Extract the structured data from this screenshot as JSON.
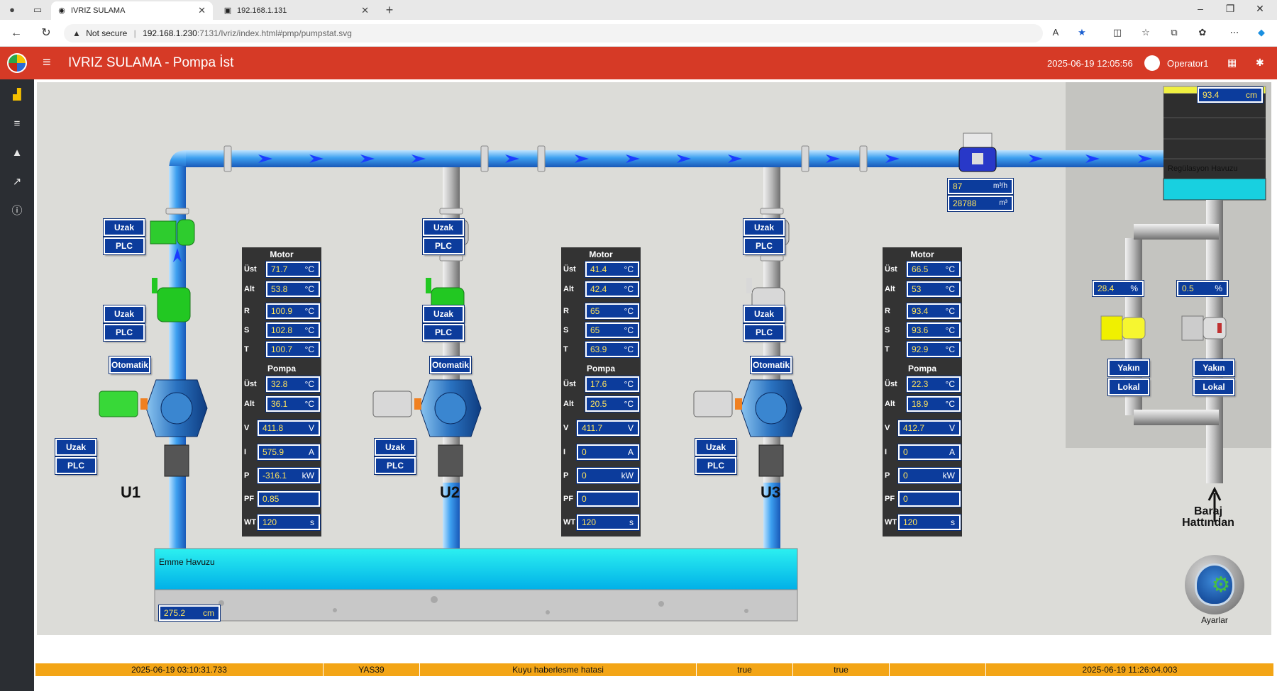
{
  "browser": {
    "tabs": [
      {
        "title": "IVRIZ SULAMA",
        "active": true
      },
      {
        "title": "192.168.1.131",
        "active": false
      }
    ],
    "url": {
      "warning": "Not secure",
      "host": "192.168.1.230",
      "path": ":7131/Ivriz/index.html#pmp/pumpstat.svg"
    }
  },
  "app": {
    "title": "IVRIZ SULAMA - Pompa İst",
    "datetime": "2025-06-19 12:05:56",
    "user": "Operator1",
    "accent_color": "#d63a26"
  },
  "sidebar": {
    "items": [
      {
        "icon": "factory-icon",
        "active": true
      },
      {
        "icon": "list-icon",
        "active": false
      },
      {
        "icon": "bell-icon",
        "active": false
      },
      {
        "icon": "chart-icon",
        "active": false
      },
      {
        "icon": "info-icon",
        "active": false
      }
    ]
  },
  "common": {
    "uzak": "Uzak",
    "plc": "PLC",
    "otomatik": "Otomatik",
    "yakin": "Yakın",
    "lokal": "Lokal",
    "motor": "Motor",
    "pompa": "Pompa",
    "lbl_ust": "Üst",
    "lbl_alt": "Alt",
    "lbl_r": "R",
    "lbl_s": "S",
    "lbl_t": "T",
    "lbl_v": "V",
    "lbl_i": "I",
    "lbl_p": "P",
    "lbl_pf": "PF",
    "lbl_wt": "WT",
    "u_c": "°C",
    "u_v": "V",
    "u_a": "A",
    "u_kw": "kW",
    "u_s": "s",
    "u_cm": "cm",
    "u_pct": "%",
    "u_m3h": "m³/h",
    "u_m3": "m³"
  },
  "units": [
    {
      "name": "U1",
      "motor_ust": "71.7",
      "motor_alt": "53.8",
      "r": "100.9",
      "s": "102.8",
      "t": "100.7",
      "pompa_ust": "32.8",
      "pompa_alt": "36.1",
      "v": "411.8",
      "i": "575.9",
      "p": "-316.1",
      "pf": "0.85",
      "wt": "120"
    },
    {
      "name": "U2",
      "motor_ust": "41.4",
      "motor_alt": "42.4",
      "r": "65",
      "s": "65",
      "t": "63.9",
      "pompa_ust": "17.6",
      "pompa_alt": "20.5",
      "v": "411.7",
      "i": "0",
      "p": "0",
      "pf": "0",
      "wt": "120"
    },
    {
      "name": "U3",
      "motor_ust": "66.5",
      "motor_alt": "53",
      "r": "93.4",
      "s": "93.6",
      "t": "92.9",
      "pompa_ust": "22.3",
      "pompa_alt": "18.9",
      "v": "412.7",
      "i": "0",
      "p": "0",
      "pf": "0",
      "wt": "120"
    }
  ],
  "flow": {
    "rate": "87",
    "total": "28788"
  },
  "regulation": {
    "label": "Regülasyon Havuzu",
    "level": "93.4",
    "valve1_pct": "28.4",
    "valve2_pct": "0.5"
  },
  "suction": {
    "label": "Emme Havuzu",
    "level": "275.2"
  },
  "baraj_line1": "Baraj",
  "baraj_line2": "Hattından",
  "settings_label": "Ayarlar",
  "status_row": [
    "2025-06-19 03:10:31.733",
    "YAS39",
    "Kuyu haberlesme hatasi",
    "true",
    "true",
    "",
    "2025-06-19 11:26:04.003"
  ]
}
